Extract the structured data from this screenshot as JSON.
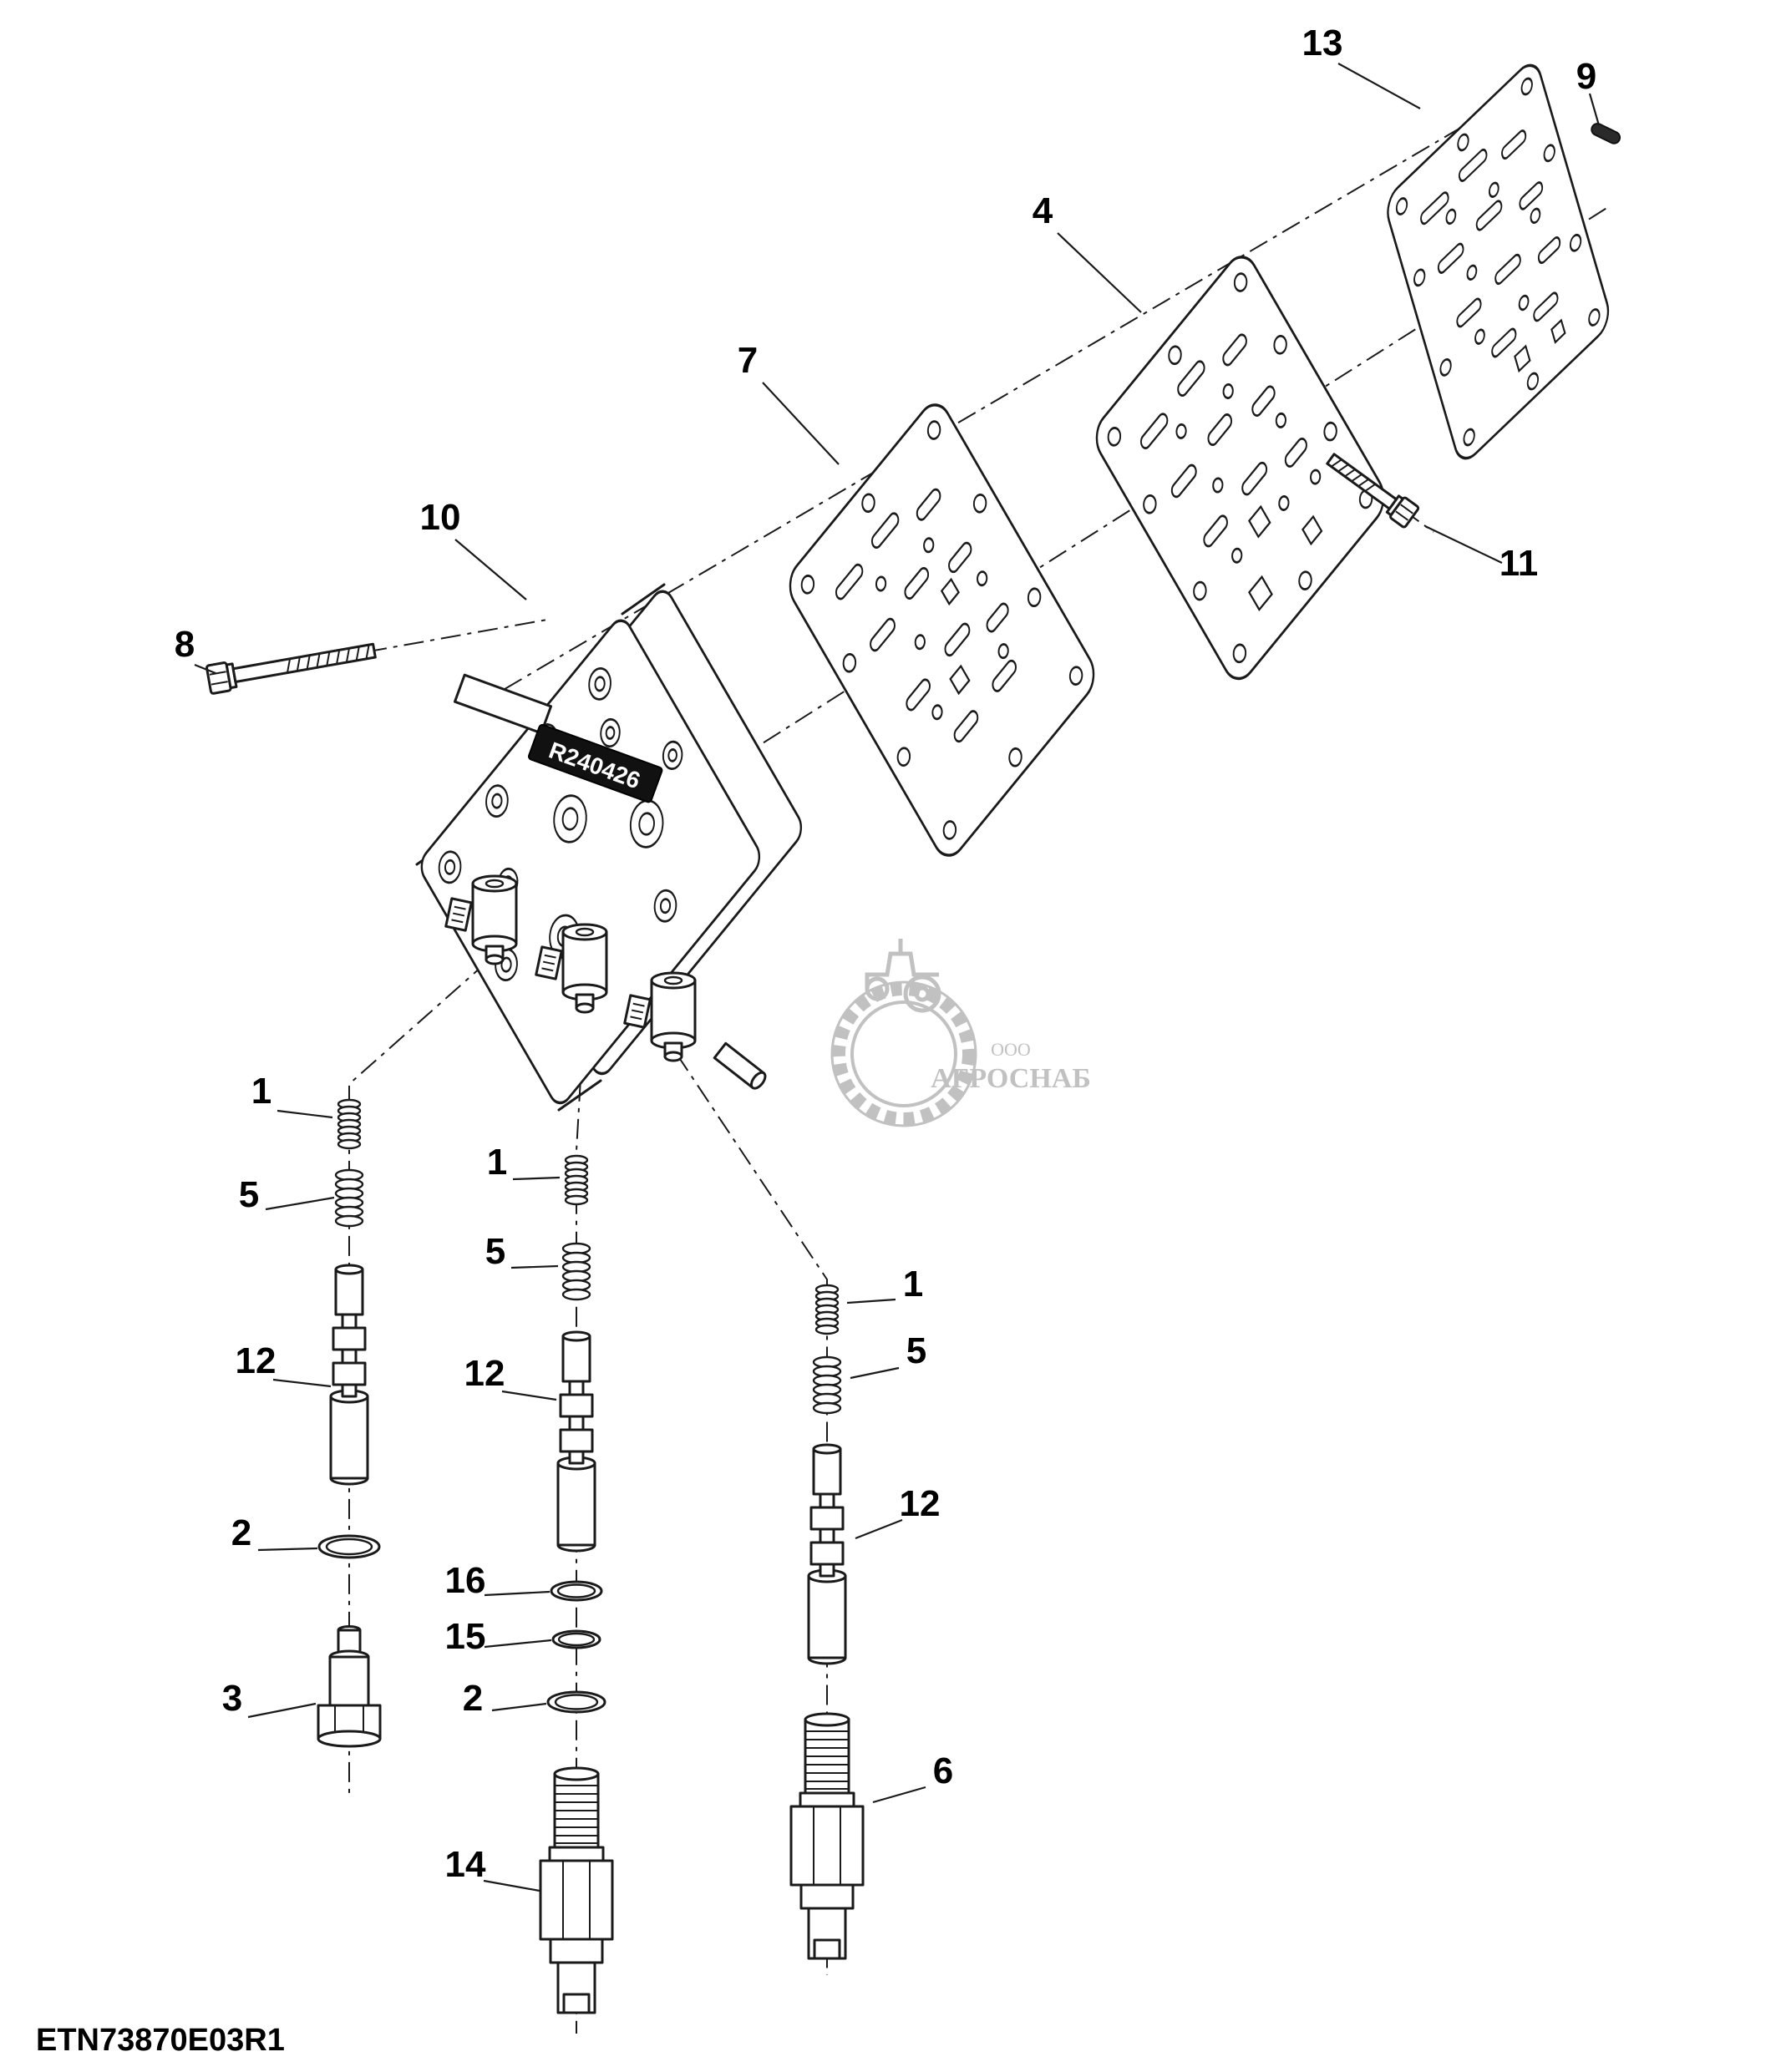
{
  "meta": {
    "drawing_code": "ETN73870E03R1",
    "body_stamp": "R240426"
  },
  "watermark": {
    "line1": "ООО",
    "line2": "АГРОСНАБ"
  },
  "callouts": {
    "plate13": "13",
    "pin9": "9",
    "plate4": "4",
    "plate7": "7",
    "body10": "10",
    "bolt8": "8",
    "bolt11": "11",
    "a_spring1": "1",
    "a_spring5": "5",
    "a_spool12": "12",
    "a_oring2": "2",
    "a_plug3": "3",
    "b_spring1": "1",
    "b_spring5": "5",
    "b_spool12": "12",
    "b_oring16": "16",
    "b_oring15": "15",
    "b_oring2": "2",
    "b_valve14": "14",
    "c_spring1": "1",
    "c_spring5": "5",
    "c_spool12": "12",
    "c_valve6": "6"
  },
  "colors": {
    "line": "#1a1a1a",
    "watermark": "#8f8f8f",
    "background": "#ffffff"
  }
}
